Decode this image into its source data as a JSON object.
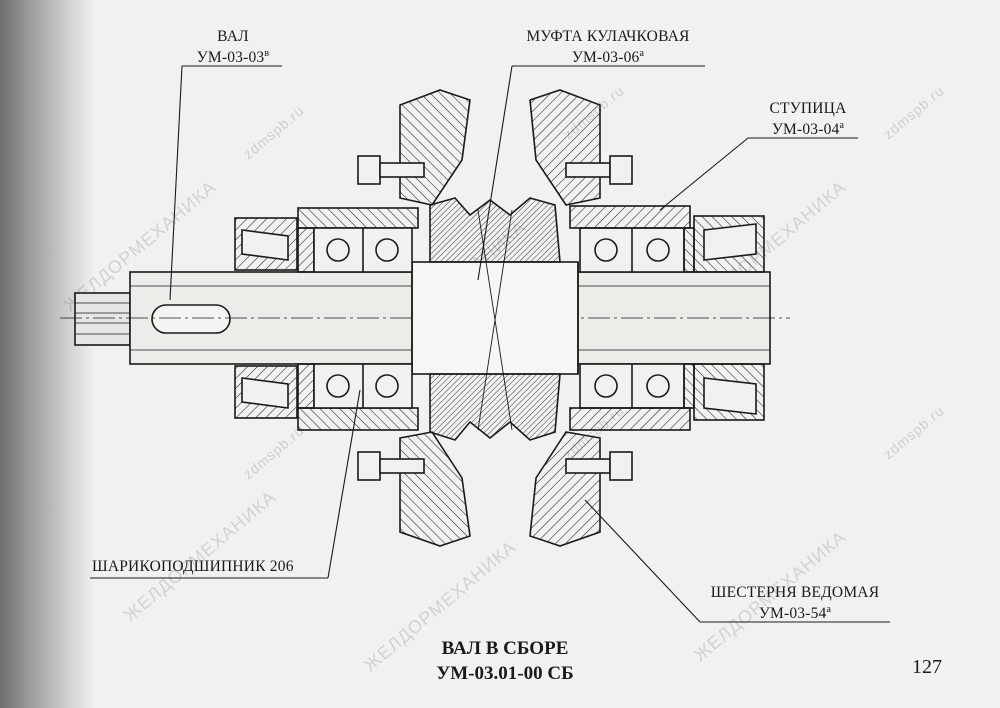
{
  "labels": {
    "shaft": {
      "name": "ВАЛ",
      "code": "УМ-03-03",
      "sup": "в"
    },
    "clutch": {
      "name": "МУФТА КУЛАЧКОВАЯ",
      "code": "УМ-03-06",
      "sup": "а"
    },
    "hub": {
      "name": "СТУПИЦА",
      "code": "УМ-03-04",
      "sup": "а"
    },
    "bearing": {
      "name": "ШАРИКОПОДШИПНИК 206"
    },
    "driven_gear": {
      "name": "ШЕСТЕРНЯ ВЕДОМАЯ",
      "code": "УМ-03-54",
      "sup": "а"
    }
  },
  "title": {
    "line1": "ВАЛ В СБОРЕ",
    "line2": "УМ-03.01-00 СБ"
  },
  "page_number": "127",
  "watermarks": {
    "brand": "ЖЕЛДОРМЕХАНИКА",
    "site": "zdmspb.ru"
  }
}
